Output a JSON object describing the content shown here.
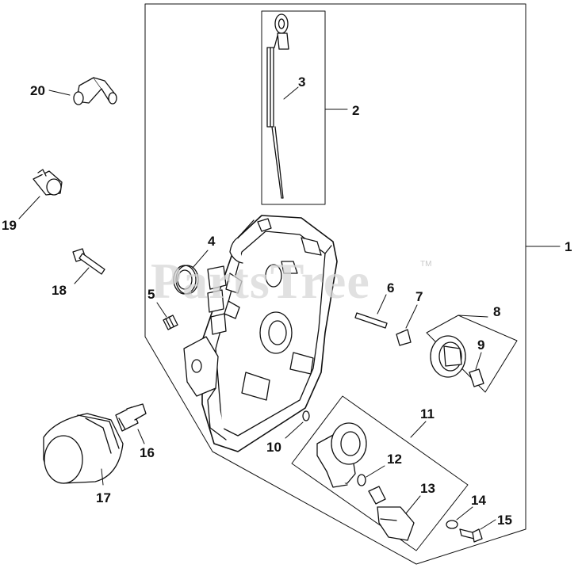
{
  "watermark": {
    "text": "PartsTree",
    "tm": "TM"
  },
  "callouts": [
    {
      "id": "1",
      "text": "1"
    },
    {
      "id": "2",
      "text": "2"
    },
    {
      "id": "3",
      "text": "3"
    },
    {
      "id": "4",
      "text": "4"
    },
    {
      "id": "5",
      "text": "5"
    },
    {
      "id": "6",
      "text": "6"
    },
    {
      "id": "7",
      "text": "7"
    },
    {
      "id": "8",
      "text": "8"
    },
    {
      "id": "9",
      "text": "9"
    },
    {
      "id": "10",
      "text": "10"
    },
    {
      "id": "11",
      "text": "11"
    },
    {
      "id": "12",
      "text": "12"
    },
    {
      "id": "13",
      "text": "13"
    },
    {
      "id": "14",
      "text": "14"
    },
    {
      "id": "15",
      "text": "15"
    },
    {
      "id": "16",
      "text": "16"
    },
    {
      "id": "17",
      "text": "17"
    },
    {
      "id": "18",
      "text": "18"
    },
    {
      "id": "19",
      "text": "19"
    },
    {
      "id": "20",
      "text": "20"
    }
  ]
}
